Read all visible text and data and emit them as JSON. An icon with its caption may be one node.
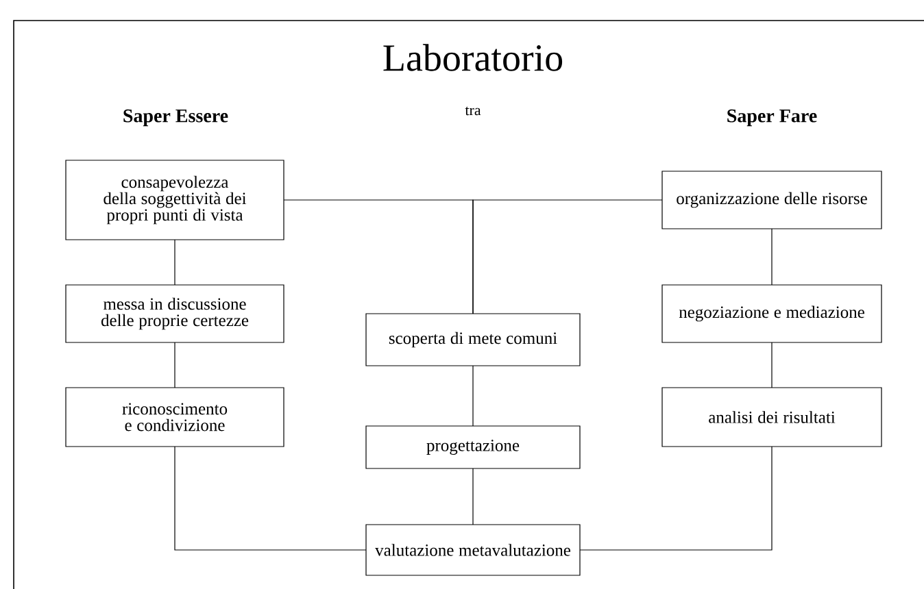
{
  "diagram": {
    "title": "Laboratorio",
    "nodes": [
      {
        "text": [
          "consapevolezza della soggettività dei propri punti di vista"
        ]
      },
      {
        "text": [
          "messa in discussione delle proprie certezze"
        ]
      },
      {
        "text": [
          "riconoscimento e condivizione"
        ]
      },
      {
        "text": [
          "organizzazione delle risorse"
        ]
      },
      {
        "text": [
          "negoziazione e mediazione"
        ]
      },
      {
        "text": [
          "analisi dei risultati"
        ]
      },
      {
        "text": [
          "scoperta di mete comuni"
        ]
      },
      {
        "text": [
          "progettazione"
        ]
      },
      {
        "text": [
          "valutazione metavalutazione"
        ]
      }
    ],
    "edges": [
      {
        "from": 0,
        "to": 1,
        "arrow": "none"
      },
      {
        "from": 1,
        "to": 2,
        "arrow": "none"
      },
      {
        "from": 3,
        "to": 4,
        "arrow": "none"
      },
      {
        "from": 4,
        "to": 5,
        "arrow": "none"
      },
      {
        "from": 0,
        "to": 6,
        "arrow": "none"
      },
      {
        "from": 3,
        "to": 6,
        "arrow": "none"
      },
      {
        "from": 6,
        "to": 7,
        "arrow": "none"
      },
      {
        "from": 7,
        "to": 8,
        "arrow": "none"
      },
      {
        "from": 2,
        "to": 8,
        "arrow": "none"
      },
      {
        "from": 5,
        "to": 8,
        "arrow": "none"
      }
    ],
    "labels": [
      "Saper Essere",
      "tra",
      "Saper Fare"
    ]
  }
}
